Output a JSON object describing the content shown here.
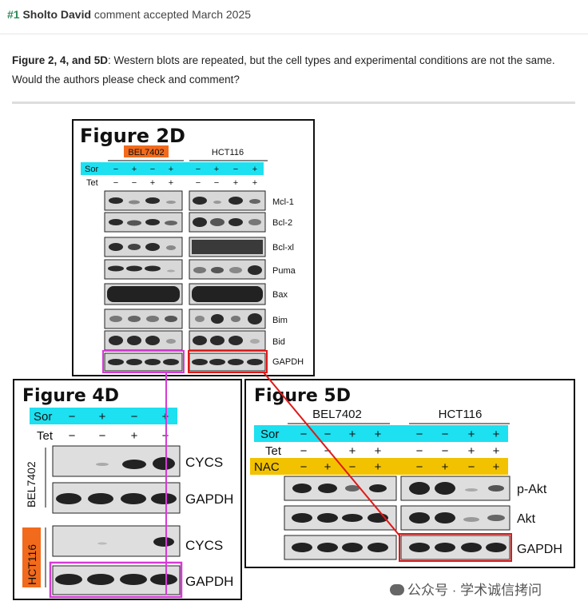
{
  "comment": {
    "number": "#1",
    "author": "Sholto David",
    "status": "comment accepted March 2025",
    "bold_lead": "Figure 2, 4, and 5D",
    "body": ": Western blots are repeated, but the cell types and experimental conditions are not the same. Would the authors please check and comment?"
  },
  "fig2d": {
    "title": "Figure 2D",
    "cell1": "BEL7402",
    "cell2": "HCT116",
    "row1_label": "Sor",
    "row2_label": "Tet",
    "sor_signs": [
      "−",
      "+",
      "−",
      "+",
      "−",
      "+",
      "−",
      "+"
    ],
    "tet_signs": [
      "−",
      "−",
      "+",
      "+",
      "−",
      "−",
      "+",
      "+"
    ],
    "proteins": [
      "Mcl-1",
      "Bcl-2",
      "Bcl-xl",
      "Puma",
      "Bax",
      "Bim",
      "Bid",
      "GAPDH"
    ]
  },
  "fig4d": {
    "title": "Figure 4D",
    "row1_label": "Sor",
    "row2_label": "Tet",
    "sor_signs": [
      "−",
      "+",
      "−",
      "+"
    ],
    "tet_signs": [
      "−",
      "−",
      "+",
      "−"
    ],
    "cell1": "BEL7402",
    "cell2": "HCT116",
    "proteins": [
      "CYCS",
      "GAPDH",
      "CYCS",
      "GAPDH"
    ]
  },
  "fig5d": {
    "title": "Figure 5D",
    "cell1": "BEL7402",
    "cell2": "HCT116",
    "row1_label": "Sor",
    "row2_label": "Tet",
    "row3_label": "NAC",
    "sor_signs": [
      "−",
      "−",
      "+",
      "+",
      "−",
      "−",
      "+",
      "+"
    ],
    "tet_signs": [
      "−",
      "−",
      "+",
      "+",
      "−",
      "−",
      "+",
      "+"
    ],
    "nac_signs": [
      "−",
      "+",
      "−",
      "+",
      "−",
      "+",
      "−",
      "+"
    ],
    "proteins": [
      "p-Akt",
      "Akt",
      "GAPDH"
    ]
  },
  "watermark": "公众号 · 学术诚信拷问",
  "colors": {
    "cyan": "#1de0f0",
    "orange": "#f26a1b",
    "yellow": "#f2c200",
    "magenta": "#d63ad6",
    "red": "#e01818",
    "green_number": "#2e8b57"
  }
}
